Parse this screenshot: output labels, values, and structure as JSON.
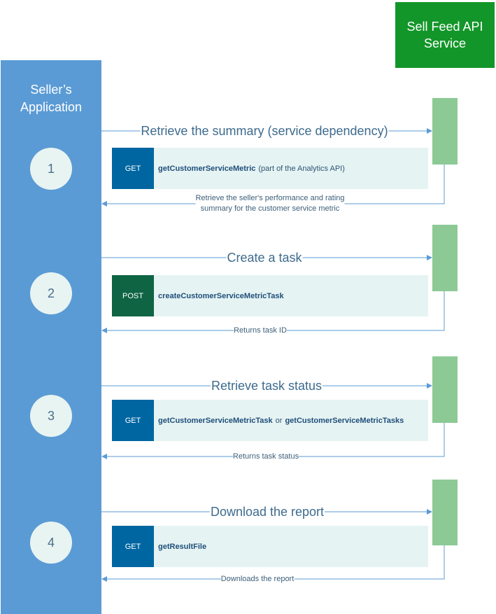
{
  "service": {
    "title": "Sell Feed API\nService"
  },
  "seller": {
    "title": "Seller’s\nApplication"
  },
  "colors": {
    "service_box": "#139629",
    "seller_bar": "#5b9bd5",
    "activation": "#8cc995",
    "get_method": "#0066a1",
    "post_method": "#0f6444",
    "arrow": "#5b9bd5"
  },
  "steps": [
    {
      "number": "1",
      "call_label": "Retrieve the summary (service dependency)",
      "method": "GET",
      "endpoint": "getCustomerServiceMetric",
      "note": "(part of the Analytics API)",
      "return_label": "Retrieve the seller's performance and rating\nsummary for the customer service metric"
    },
    {
      "number": "2",
      "call_label": "Create a task",
      "method": "POST",
      "endpoint": "createCustomerServiceMetricTask",
      "return_label": "Returns task ID"
    },
    {
      "number": "3",
      "call_label": "Retrieve task status",
      "method": "GET",
      "endpoint": "getCustomerServiceMetricTask",
      "connector": "or",
      "endpoint2": "getCustomerServiceMetricTasks",
      "return_label": "Returns task status"
    },
    {
      "number": "4",
      "call_label": "Download the report",
      "method": "GET",
      "endpoint": "getResultFile",
      "return_label": "Downloads the report"
    }
  ]
}
